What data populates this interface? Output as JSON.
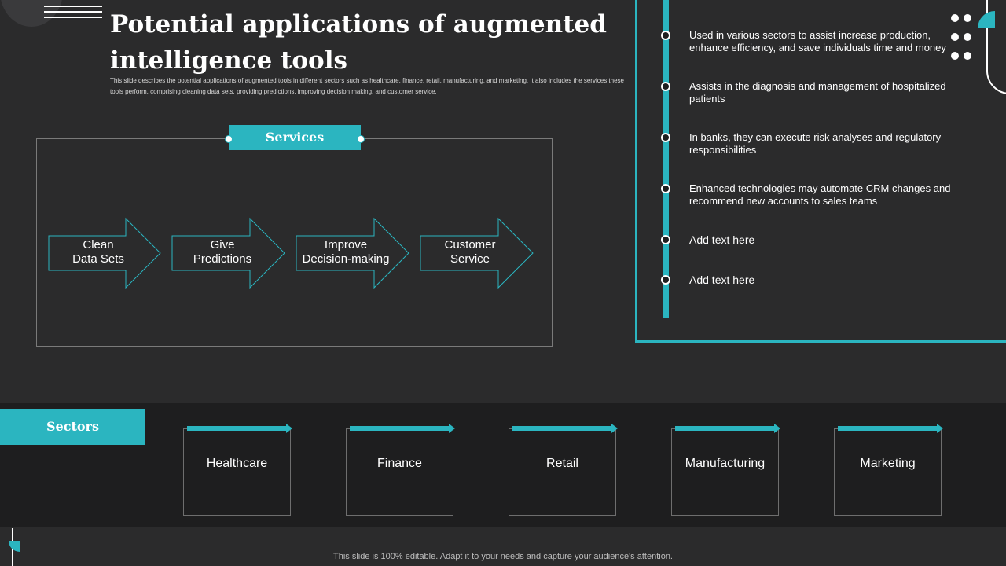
{
  "slide": {
    "title": "Potential applications of augmented intelligence tools",
    "description": "This slide describes the potential applications of augmented tools in different sectors such as healthcare, finance, retail, manufacturing, and marketing. It also includes the services these tools perform, comprising cleaning data sets, providing predictions, improving decision making, and customer service."
  },
  "services": {
    "label": "Services",
    "steps": [
      {
        "line1": "Clean",
        "line2": "Data Sets"
      },
      {
        "line1": "Give",
        "line2": "Predictions"
      },
      {
        "line1": "Improve",
        "line2": "Decision-making"
      },
      {
        "line1": "Customer",
        "line2": "Service"
      }
    ]
  },
  "timeline": [
    "Used in various  sectors to assist increase production, enhance efficiency, and save individuals  time and money",
    "Assists in the diagnosis and management  of hospitalized patients",
    "In banks, they can execute risk analyses and regulatory responsibilities",
    "Enhanced technologies may automate CRM changes and recommend  new accounts to sales teams",
    "Add text here",
    "Add text here"
  ],
  "sectors": {
    "label": "Sectors",
    "items": [
      "Healthcare",
      "Finance",
      "Retail",
      "Manufacturing",
      "Marketing"
    ]
  },
  "footer": "This slide is 100% editable. Adapt it to your needs and capture your audience's attention.",
  "colors": {
    "accent": "#2bb5c0",
    "background": "#2b2b2c",
    "band": "#1e1e1f"
  }
}
